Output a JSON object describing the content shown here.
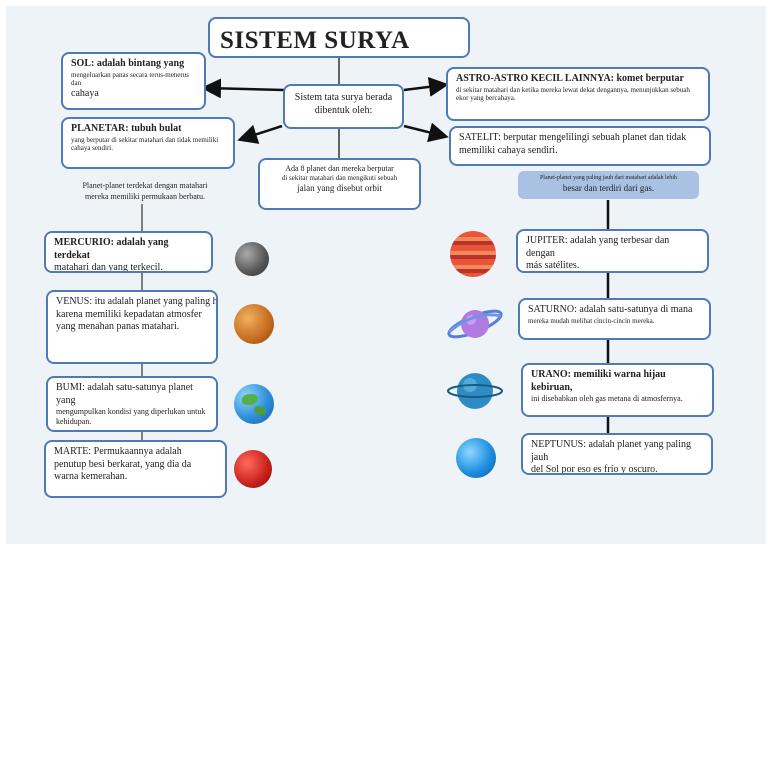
{
  "title": "SISTEM SURYA",
  "center": {
    "line1": "Sistem tata surya berada",
    "line2": "dibentuk oleh:"
  },
  "sol": {
    "head": "SOL: adalah bintang yang",
    "body": "mengeluarkan panas secara terus-menerus dan",
    "tail": "cahaya"
  },
  "planetar": {
    "head": "PLANETAR: tubuh bulat",
    "body": "yang berputar di sekitar matahari dan tidak memiliki cahaya sendiri."
  },
  "orbit": {
    "line1": "Ada 8 planet dan mereka berputar",
    "line2": "di sekitar matahari dan mengikuti sebuah",
    "line3": "jalan yang disebut orbit"
  },
  "astro": {
    "head": "ASTRO-ASTRO KECIL LAINNYA: komet berputar",
    "body": "di sekitar matahari dan ketika mereka lewat dekat dengannya, menunjukkan sebuah ekor yang bercahaya."
  },
  "satelit": {
    "text": "SATELIT: berputar mengelilingi sebuah planet dan tidak memiliki cahaya sendiri."
  },
  "inner_note": {
    "line1": "Planet-planet terdekat dengan matahari",
    "line2": "mereka memiliki permukaan berbatu."
  },
  "outer_note": {
    "line1": "Planet-planet yang paling jauh dari matahari adalah lebih",
    "line2": "besar dan terdiri dari gas."
  },
  "planets_left": [
    {
      "head": "MERCURIO: adalah yang terdekat",
      "body": "matahari dan yang terkecil."
    },
    {
      "head": "VENUS: itu adalah planet yang paling hangat",
      "body": "karena memiliki kepadatan atmosfer yang menahan panas matahari."
    },
    {
      "head": "BUMI: adalah satu-satunya planet yang",
      "body": "mengumpulkan kondisi yang diperlukan untuk kehidupan."
    },
    {
      "head": "MARTE: Permukaannya adalah",
      "body": "penutup besi berkarat, yang dia da warna kemerahan."
    }
  ],
  "planets_right": [
    {
      "head": "JUPITER: adalah yang terbesar dan dengan",
      "body": "más satélites."
    },
    {
      "head": "SATURNO: adalah satu-satunya di mana",
      "body": "mereka mudah melihat cincin-cincin mereka."
    },
    {
      "head": "URANO: memiliki warna hijau kebiruan,",
      "body": "ini disebabkan oleh gas metana di atmosfernya."
    },
    {
      "head": "NEPTUNUS: adalah planet yang paling jauh",
      "body": "del Sol por eso es frío y oscuro."
    }
  ],
  "colors": {
    "border": "#4f79b7",
    "background": "#eef3f8",
    "note_fill": "#a9c2e3"
  }
}
